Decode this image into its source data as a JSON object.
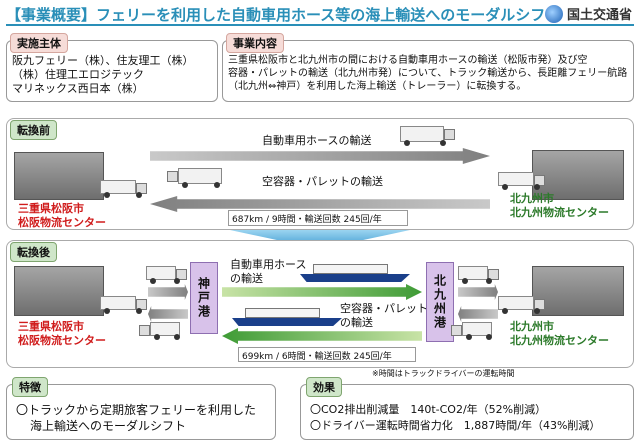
{
  "header": {
    "title": "【事業概要】フェリーを利用した自動車用ホース等の海上輸送へのモーダルシフト",
    "ministry": "国土交通省"
  },
  "operator": {
    "tag": "実施主体",
    "lines": [
      "阪九フェリー（株）、住友理工（株）",
      "（株）住理工エロジテック",
      "マリネックス西日本（株）"
    ]
  },
  "business": {
    "tag": "事業内容",
    "lines": [
      "三重県松阪市と北九州市の間における自動車用ホースの輸送（松阪市発）及び空",
      "容器・パレットの輸送（北九州市発）について、トラック輸送から、長距離フェリー航路",
      "（北九州⇔神戸）を利用した海上輸送（トレーラー）に転換する。"
    ]
  },
  "before": {
    "tag": "転換前",
    "route1": "自動車用ホースの輸送",
    "route2": "空容器・パレットの輸送",
    "stats": "687km / 9時間・輸送回数 245回/年",
    "origin_l1": "三重県松阪市",
    "origin_l2": "松阪物流センター",
    "dest_l1": "北九州市",
    "dest_l2": "北九州物流センター"
  },
  "after": {
    "tag": "転換後",
    "route1_l1": "自動車用ホース",
    "route1_l2": "の輸送",
    "route2_l1": "空容器・パレット",
    "route2_l2": "の輸送",
    "port_left": "神戸港",
    "port_right": "北九州港",
    "stats": "699km / 6時間・輸送回数 245回/年",
    "note": "※時間はトラックドライバーの運転時間",
    "origin_l1": "三重県松阪市",
    "origin_l2": "松阪物流センター",
    "dest_l1": "北九州市",
    "dest_l2": "北九州物流センター"
  },
  "features": {
    "tag": "特徴",
    "line1": "〇トラックから定期旅客フェリーを利用した",
    "line2": "海上輸送へのモーダルシフト"
  },
  "effects": {
    "tag": "効果",
    "line1": "〇CO2排出削減量　140t-CO2/年（52%削減）",
    "line2": "〇ドライバー運転時間省力化　1,887時間/年（43%削減）"
  },
  "colors": {
    "accent": "#2a8fb8",
    "origin_red": "#d01c1c",
    "dest_green": "#2c7a2a",
    "port_purple": "#d8c2ea"
  }
}
